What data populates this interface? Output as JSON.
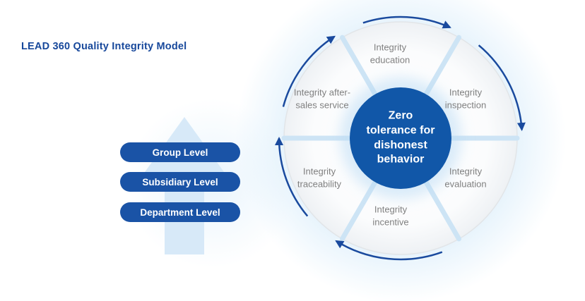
{
  "title": "LEAD 360 Quality Integrity Model",
  "levels": [
    {
      "label": "Group Level"
    },
    {
      "label": "Subsidiary Level"
    },
    {
      "label": "Department Level"
    }
  ],
  "wheel": {
    "center": "Zero tolerance for dishonest behavior",
    "center_lines": [
      "Zero",
      "tolerance for",
      "dishonest",
      "behavior"
    ],
    "segments": [
      {
        "label": "Integrity education"
      },
      {
        "label": "Integrity inspection"
      },
      {
        "label": "Integrity evaluation"
      },
      {
        "label": "Integrity incentive"
      },
      {
        "label": "Integrity traceability"
      },
      {
        "label": "Integrity after-sales service"
      }
    ]
  },
  "colors": {
    "title": "#17489b",
    "pill": "#1a53a6",
    "center_circle": "#1157a8",
    "segment_label": "#808080",
    "arrow": "#1a4a9e",
    "divider": "#cde4f5",
    "glow": "#d7e9f8"
  }
}
